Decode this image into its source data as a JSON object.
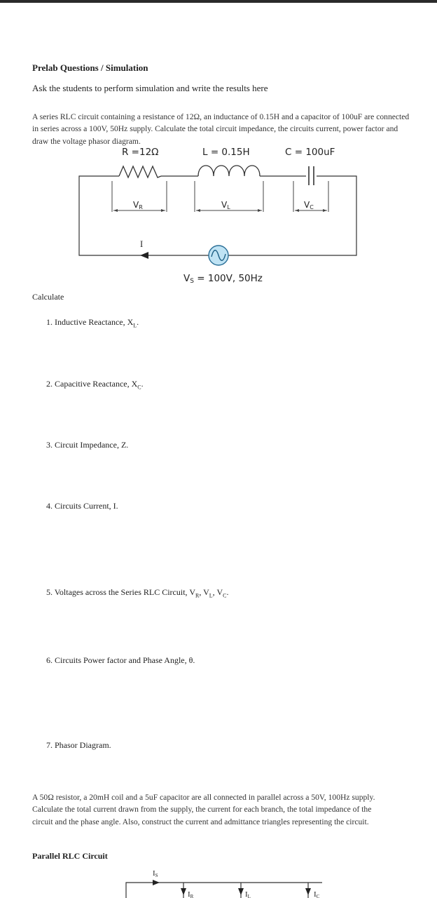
{
  "heading": "Prelab Questions / Simulation",
  "instruction": "Ask the students to perform simulation and write the results here",
  "series_problem": "A series RLC circuit containing a resistance of 12Ω, an inductance of 0.15H and a capacitor of 100uF are connected in series across a 100V, 50Hz supply. Calculate the total circuit impedance, the circuits current, power factor and draw the voltage phasor diagram.",
  "series_circuit": {
    "r_label": "R =12Ω",
    "l_label": "L = 0.15H",
    "c_label": "C = 100uF",
    "vr": "V",
    "vr_sub": "R",
    "vl": "V",
    "vl_sub": "L",
    "vc": "V",
    "vc_sub": "C",
    "current": "I",
    "source_v": "V",
    "source_sub": "S",
    "source_value": " = 100V, 50Hz"
  },
  "calculate_label": "Calculate",
  "questions": {
    "q1": "1. Inductive Reactance, X",
    "q1_sub": "L",
    "q1_end": ".",
    "q2": "2. Capacitive Reactance, X",
    "q2_sub": "C",
    "q2_end": ".",
    "q3": "3. Circuit Impedance, Z.",
    "q4": "4. Circuits Current, I.",
    "q5_a": "5. Voltages across the Series RLC Circuit, V",
    "q5_r": "R",
    "q5_b": ", V",
    "q5_l": "L",
    "q5_c_pre": ", V",
    "q5_c": "C",
    "q5_end": ".",
    "q6": "6. Circuits Power factor and Phase Angle, θ.",
    "q7": "7. Phasor Diagram."
  },
  "parallel_problem": "A 50Ω resistor, a 20mH coil and a 5uF capacitor are all connected in parallel across a 50V, 100Hz supply. Calculate the total current drawn from the supply, the current for each branch, the total impedance of the circuit and the phase angle. Also, construct the current and admittance triangles representing the circuit.",
  "parallel_heading": "Parallel RLC Circuit",
  "parallel_circuit": {
    "is_label": "I",
    "is_sub": "S",
    "ir_label": "I",
    "ir_sub": "R",
    "il_label": "I",
    "il_sub": "L",
    "ic_label": "I",
    "ic_sub": "C"
  },
  "colors": {
    "wire": "#333333",
    "source_fill": "#bfe3f4",
    "source_stroke": "#2a6f97",
    "topbar": "#2b2b2b"
  }
}
